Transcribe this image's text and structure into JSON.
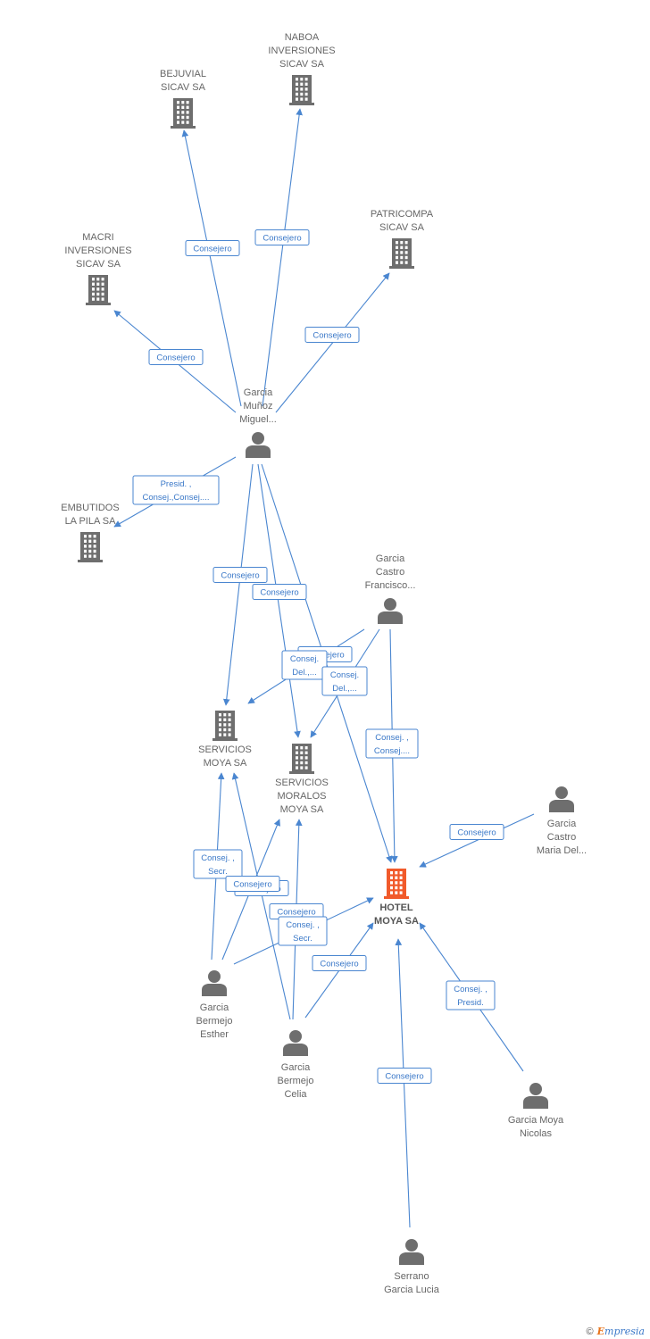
{
  "colors": {
    "edge": "#4a86d0",
    "node": "#6e6e6e",
    "focus": "#f15a2b"
  },
  "nodes": [
    {
      "id": "naboa",
      "type": "company",
      "lines": [
        "NABOA",
        "INVERSIONES",
        "SICAV SA"
      ]
    },
    {
      "id": "bejuvial",
      "type": "company",
      "lines": [
        "BEJUVIAL",
        "SICAV SA"
      ]
    },
    {
      "id": "patricompa",
      "type": "company",
      "lines": [
        "PATRICOMPA",
        "SICAV SA"
      ]
    },
    {
      "id": "macri",
      "type": "company",
      "lines": [
        "MACRI",
        "INVERSIONES",
        "SICAV SA"
      ]
    },
    {
      "id": "garcia_munoz",
      "type": "person",
      "lines": [
        "Garcia",
        "Muñoz",
        "Miguel..."
      ]
    },
    {
      "id": "embutidos",
      "type": "company",
      "lines": [
        "EMBUTIDOS",
        "LA PILA SA"
      ]
    },
    {
      "id": "garcia_castro_f",
      "type": "person",
      "lines": [
        "Garcia",
        "Castro",
        "Francisco..."
      ]
    },
    {
      "id": "servicios_moya",
      "type": "company",
      "lines": [
        "SERVICIOS",
        "MOYA SA"
      ]
    },
    {
      "id": "servicios_moralos",
      "type": "company",
      "lines": [
        "SERVICIOS",
        "MORALOS",
        "MOYA SA"
      ]
    },
    {
      "id": "garcia_castro_m",
      "type": "person",
      "lines": [
        "Garcia",
        "Castro",
        "Maria Del..."
      ]
    },
    {
      "id": "hotel_moya",
      "type": "focus",
      "lines": [
        "HOTEL",
        "MOYA SA"
      ]
    },
    {
      "id": "garcia_bermejo_e",
      "type": "person",
      "lines": [
        "Garcia",
        "Bermejo",
        "Esther"
      ]
    },
    {
      "id": "garcia_bermejo_c",
      "type": "person",
      "lines": [
        "Garcia",
        "Bermejo",
        "Celia"
      ]
    },
    {
      "id": "garcia_moya_n",
      "type": "person",
      "lines": [
        "Garcia Moya",
        "Nicolas"
      ]
    },
    {
      "id": "serrano",
      "type": "person",
      "lines": [
        "Serrano",
        "Garcia Lucia"
      ]
    }
  ],
  "edges": [
    {
      "from": "garcia_munoz",
      "to": "macri",
      "label": [
        "Consejero"
      ]
    },
    {
      "from": "garcia_munoz",
      "to": "bejuvial",
      "label": [
        "Consejero"
      ]
    },
    {
      "from": "garcia_munoz",
      "to": "naboa",
      "label": [
        "Consejero"
      ]
    },
    {
      "from": "garcia_munoz",
      "to": "patricompa",
      "label": [
        "Consejero"
      ]
    },
    {
      "from": "garcia_munoz",
      "to": "embutidos",
      "label": [
        "Presid. ,",
        "Consej.,Consej...."
      ]
    },
    {
      "from": "garcia_munoz",
      "to": "servicios_moya",
      "label": [
        "Consejero"
      ]
    },
    {
      "from": "garcia_munoz",
      "to": "servicios_moralos",
      "label": [
        "Consejero"
      ]
    },
    {
      "from": "garcia_munoz",
      "to": "hotel_moya",
      "label": [
        "Consejero"
      ]
    },
    {
      "from": "garcia_castro_f",
      "to": "servicios_moya",
      "label": [
        "Consej.",
        "Del.,..."
      ]
    },
    {
      "from": "garcia_castro_f",
      "to": "servicios_moralos",
      "label": [
        "Consej.",
        "Del.,..."
      ]
    },
    {
      "from": "garcia_castro_f",
      "to": "hotel_moya",
      "label": [
        "Consej. ,",
        "Consej...."
      ]
    },
    {
      "from": "garcia_castro_m",
      "to": "hotel_moya",
      "label": [
        "Consejero"
      ]
    },
    {
      "from": "garcia_bermejo_e",
      "to": "servicios_moya",
      "label": [
        "Consej. ,",
        "Secr."
      ]
    },
    {
      "from": "garcia_bermejo_e",
      "to": "servicios_moralos",
      "label": [
        "Consejero"
      ]
    },
    {
      "from": "garcia_bermejo_e",
      "to": "hotel_moya",
      "label": [
        "Consejero"
      ]
    },
    {
      "from": "garcia_bermejo_c",
      "to": "servicios_moya",
      "label": [
        "Consejero"
      ]
    },
    {
      "from": "garcia_bermejo_c",
      "to": "servicios_moralos",
      "label": [
        "Consej. ,",
        "Secr."
      ]
    },
    {
      "from": "garcia_bermejo_c",
      "to": "hotel_moya",
      "label": [
        "Consejero"
      ]
    },
    {
      "from": "garcia_moya_n",
      "to": "hotel_moya",
      "label": [
        "Consej. ,",
        "Presid."
      ]
    },
    {
      "from": "serrano",
      "to": "hotel_moya",
      "label": [
        "Consejero"
      ]
    }
  ],
  "footer": {
    "copyright": "©",
    "brand_first": "E",
    "brand_rest": "mpresia"
  }
}
